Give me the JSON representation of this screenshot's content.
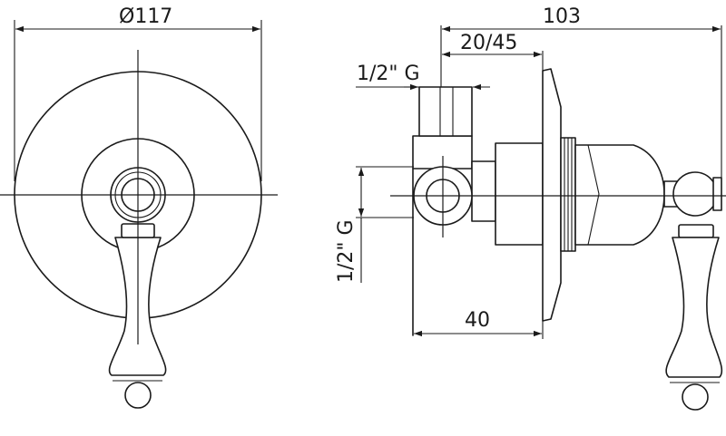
{
  "dimensions": {
    "plate_diameter": "Ø117",
    "overall_depth": "103",
    "adjustment_range": "20/45",
    "top_connection": "1/2\" G",
    "side_connection": "1/2\" G",
    "body_depth": "40"
  },
  "colors": {
    "line": "#1a1a1a",
    "background": "#ffffff"
  }
}
